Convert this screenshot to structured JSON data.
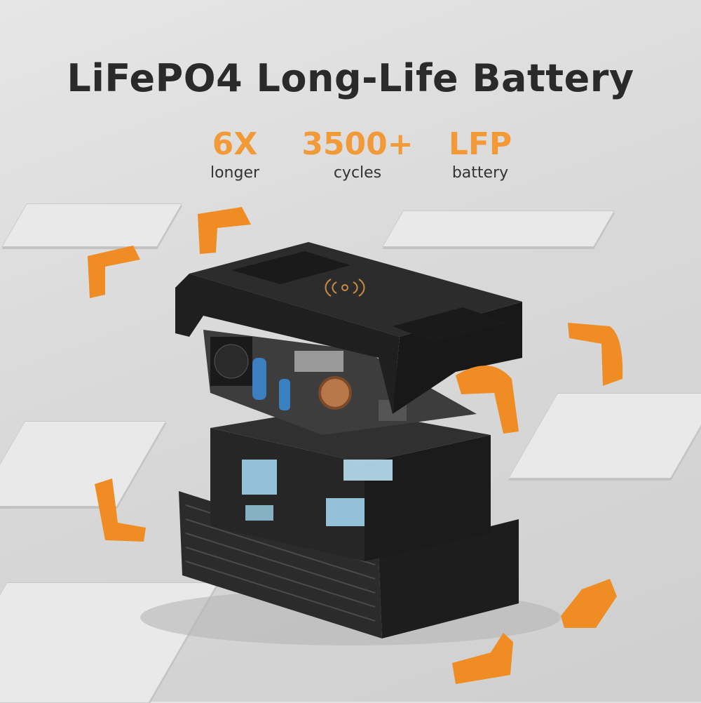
{
  "title": "LiFePO4 Long-Life Battery",
  "stats": [
    {
      "value": "6X",
      "label": "longer"
    },
    {
      "value": "3500+",
      "label": "cycles"
    },
    {
      "value": "LFP",
      "label": "battery"
    }
  ],
  "colors": {
    "accent": "#f29a38",
    "casing": "#222222",
    "background": "#dcdcdc"
  }
}
